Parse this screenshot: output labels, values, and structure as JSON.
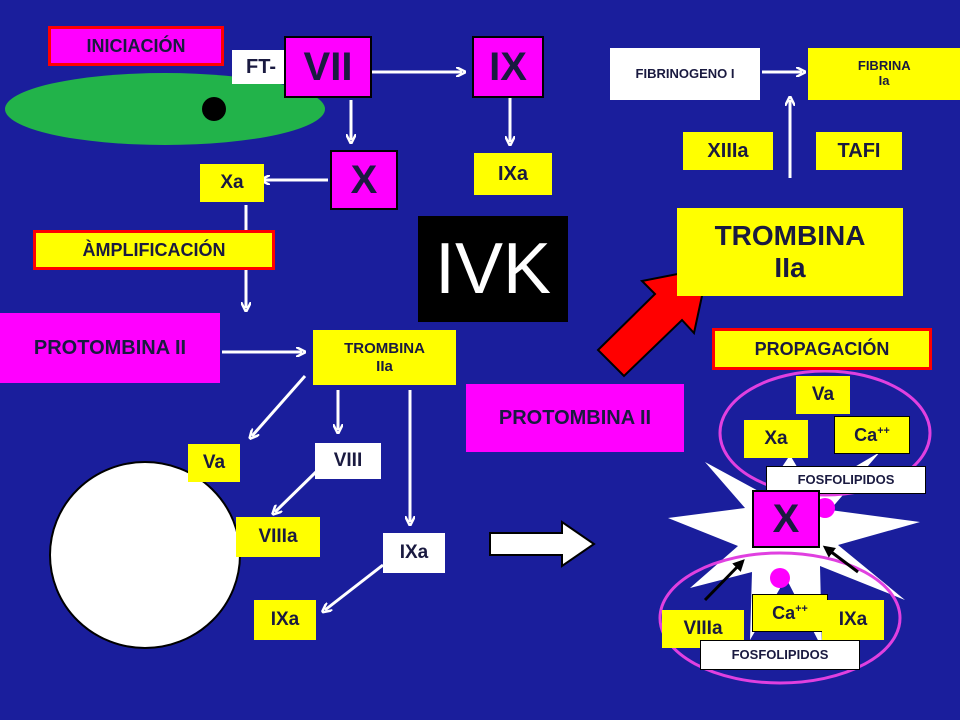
{
  "colors": {
    "background": "#1a1e9c",
    "yellow": "#ffff00",
    "magenta": "#ff00ff",
    "green": "#22b34a",
    "red": "#ff0000",
    "white": "#ffffff",
    "black": "#000000"
  },
  "phases": {
    "iniciacion": "INICIACIÓN",
    "amplificacion": "ÀMPLIFICACIÓN",
    "propagacion": "PROPAGACIÓN"
  },
  "iniciacion": {
    "ft": "FT-",
    "vii": "VII",
    "ix": "IX",
    "x": "X",
    "xa": "Xa",
    "ixa": "IXa"
  },
  "amplificacion": {
    "protombina": "PROTOMBINA II",
    "trombina": "TROMBINA IIa",
    "va": "Va",
    "viii": "VIII",
    "viiia": "VIIIa",
    "ixa_white": "IXa",
    "ixa_yellow": "IXa"
  },
  "center": {
    "ivk": "IVK",
    "protombina": "PROTOMBINA II"
  },
  "final": {
    "fibrinogeno": "FIBRINOGENO I",
    "fibrina": "FIBRINA Ia",
    "xiiia": "XIIIa",
    "tafi": "TAFI",
    "trombina": "TROMBINA IIa"
  },
  "propagacion": {
    "va": "Va",
    "xa": "Xa",
    "ca_top": "Ca++",
    "fosfolipidos_top": "FOSFOLIPIDOS",
    "x": "X",
    "ca_bottom": "Ca++",
    "ixa": "IXa",
    "viiia": "VIIIa",
    "fosfolipidos_bottom": "FOSFOLIPIDOS"
  }
}
